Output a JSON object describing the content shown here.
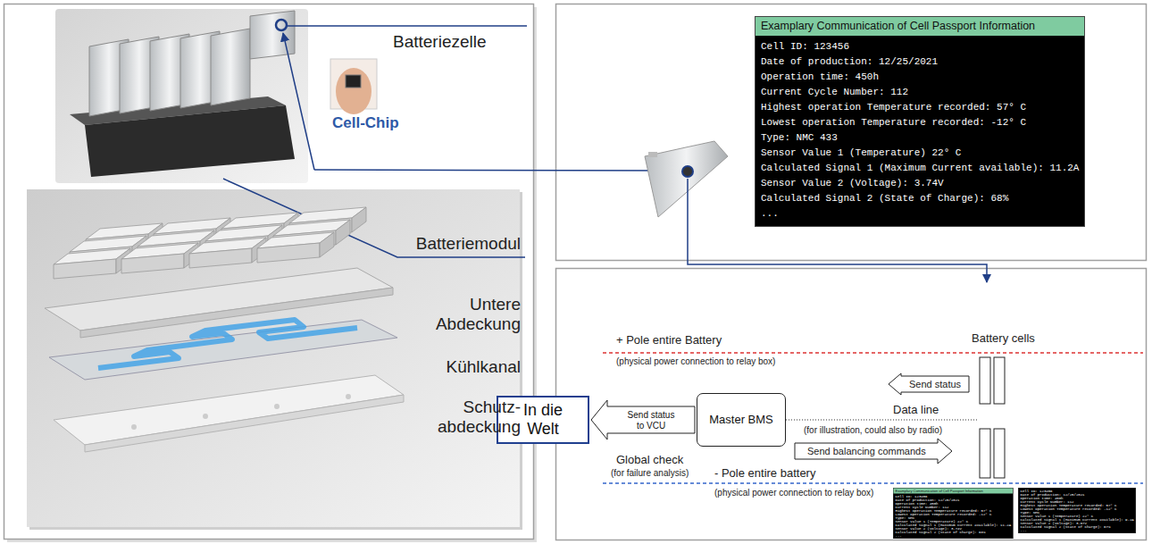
{
  "diagram": {
    "nodes": [
      {
        "text": [
          "Examplary Communication of Cell Passport Information",
          "Cell ID: 123456",
          "Date of production: 12/25/2021",
          "Operation time: 450h",
          "Current Cycle Number: 112",
          "Highest operation Temperature recorded: 57° C",
          "Lowest operation Temperature recorded: -12° C",
          "Type: NMC 433",
          "Sensor Value 1 (Temperature) 22° C",
          "Calculated Signal 1 (Maximum Current available): 11.2A",
          "Sensor Value 2 (Voltage): 3.74V",
          "Calculated Signal 2 (State of Charge): 68%",
          "..."
        ]
      },
      {
        "text": [
          "In die Welt"
        ]
      },
      {
        "text": [
          "Master BMS"
        ]
      },
      {
        "text": [
          "Examplary Communication of Cell Passport Information",
          "Cell ID: 123456",
          "Date of production: 12/25/2021",
          "Operation time: 450h",
          "Current Cycle Number: 112",
          "Highest operation Temperature recorded: 57° C",
          "Lowest operation Temperature recorded: -12° C",
          "Type: NMC",
          "Sensor Value 1 (Temperature) 22° C",
          "Calculated Signal 1 (Maximum Current available): 11.2A",
          "Sensor Value 2 (Voltage): 3.74V",
          "Calculated Signal 2 (State of Charge): 68%",
          "..."
        ]
      },
      {
        "text": [
          "Cell ID: 123456",
          "Date of production: 12/25/2021",
          "Operation time: 450h",
          "Current Cycle Number: 112",
          "Highest operation Temperature recorded: 57° C",
          "Lowest operation Temperature recorded: -12° C",
          "Type: NMC",
          "Sensor Value 1 (Temperature) 22° C",
          "Calculated Signal 1 (Maximum Current available): 9.2A",
          "Sensor Value 2 (Voltage): 3.67V",
          "Calculated Signal 2 (State of Charge): 67%",
          "..."
        ]
      }
    ],
    "edges": [
      {
        "from": 2,
        "to": 1,
        "arrow": "to",
        "label": "Send status to VCU"
      }
    ],
    "labels": [
      "Batteriezelle",
      "Cell-Chip",
      "Batteriemodul",
      "Untere Abdeckung",
      "Kühlkanal",
      "Schutz- abdeckung",
      "+ Pole entire Battery",
      "(physical power connection to relay box)",
      "Battery cells",
      "Send status",
      "Data line",
      "(for illustration, could also by radio)",
      "Send balancing commands",
      "Global check",
      "(for failure analysis)",
      "- Pole entire battery",
      "(physical power connection to relay box)"
    ]
  }
}
